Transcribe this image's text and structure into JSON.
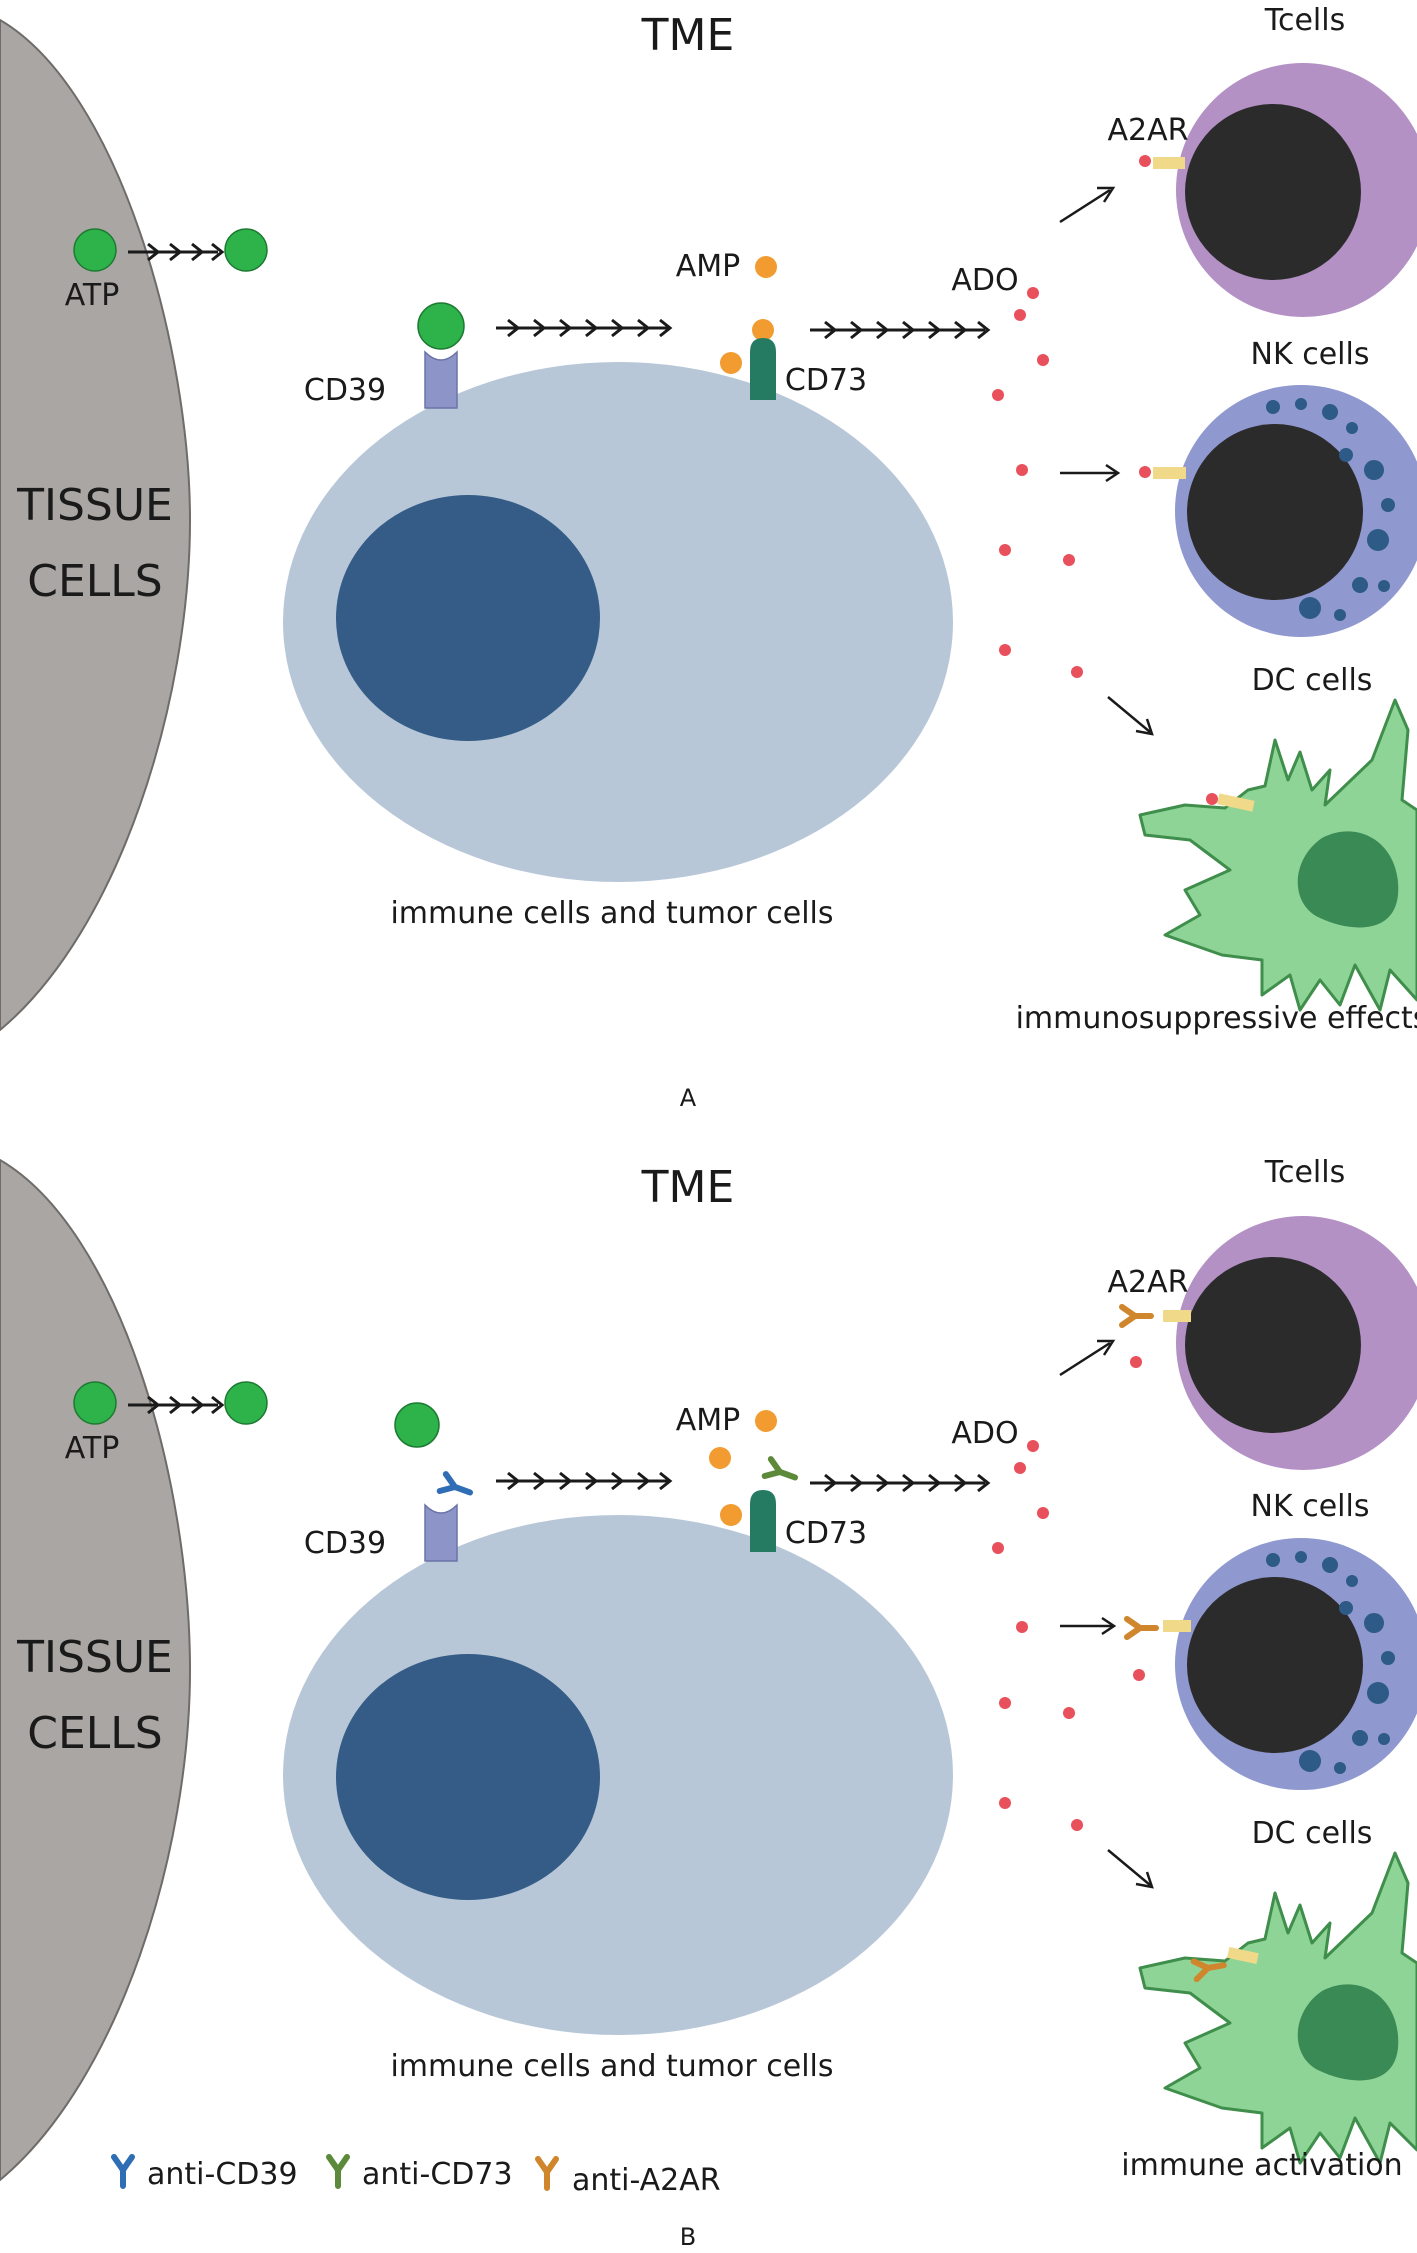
{
  "panel_a": {
    "panel_label": "A",
    "title": "TME",
    "tissue_line1": "TISSUE",
    "tissue_line2": "CELLS",
    "atp": "ATP",
    "cd39": "CD39",
    "amp": "AMP",
    "cd73": "CD73",
    "ado": "ADO",
    "a2ar": "A2AR",
    "tcells": "Tcells",
    "nk": "NK cells",
    "dc": "DC cells",
    "cell_caption": "immune cells and tumor cells",
    "effect": "immunosuppressive effects"
  },
  "panel_b": {
    "panel_label": "B",
    "title": "TME",
    "tissue_line1": "TISSUE",
    "tissue_line2": "CELLS",
    "atp": "ATP",
    "cd39": "CD39",
    "amp": "AMP",
    "cd73": "CD73",
    "ado": "ADO",
    "a2ar": "A2AR",
    "tcells": "Tcells",
    "nk": "NK cells",
    "dc": "DC cells",
    "cell_caption": "immune cells and tumor cells",
    "effect": "immune activation"
  },
  "legend": [
    {
      "label": "anti-CD39",
      "color": "#2f6db5"
    },
    {
      "label": "anti-CD73",
      "color": "#5d8a3a"
    },
    {
      "label": "anti-A2AR",
      "color": "#d0862c"
    }
  ],
  "colors": {
    "tissue": "#aaa6a3",
    "tumor_cell": "#b8c7d8",
    "nucleus": "#345c86",
    "atp": "#2db34a",
    "amp": "#f29b30",
    "ado": "#e8505c",
    "tcell": "#b491c5",
    "nkcell": "#8f98cf",
    "dccell": "#8fd497",
    "dark": "#2b2b2b"
  }
}
